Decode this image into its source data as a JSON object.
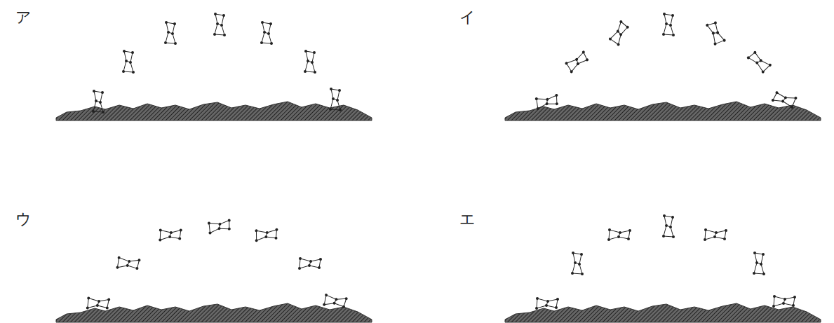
{
  "diagram": {
    "labels": [
      "ア",
      "イ",
      "ウ",
      "エ"
    ]
  }
}
